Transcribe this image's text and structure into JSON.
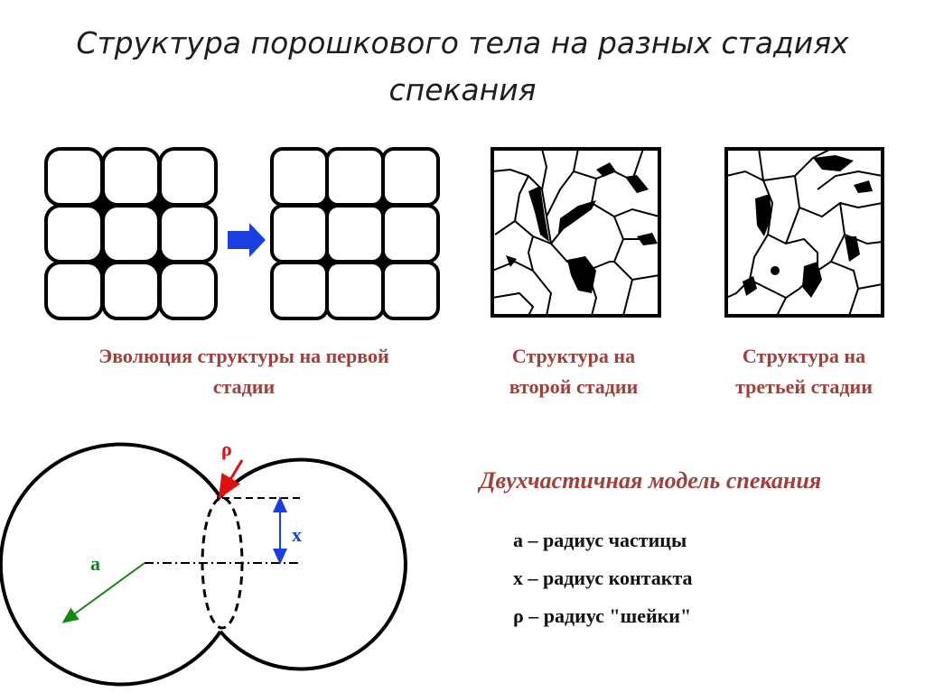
{
  "title_line1": "Структура порошкового тела на разных стадиях",
  "title_line2": "спекания",
  "captions": {
    "stage1_line1": "Эволюция структуры на первой",
    "stage1_line2": "стадии",
    "stage2_line1": "Структура на",
    "stage2_line2": "второй стадии",
    "stage3_line1": "Структура на",
    "stage3_line2": "третьей стадии"
  },
  "model_title": "Двухчастичная модель спекания",
  "legend": [
    "a – радиус частицы",
    "x – радиус контакта",
    "ρ – радиус \"шейки\""
  ],
  "diagram_labels": {
    "a": "a",
    "x": "x",
    "rho": "ρ"
  },
  "colors": {
    "caption": "#a0403a",
    "arrow_blue": "#1a3fe0",
    "radius_green": "#118811",
    "rho_red": "#dd1111"
  }
}
